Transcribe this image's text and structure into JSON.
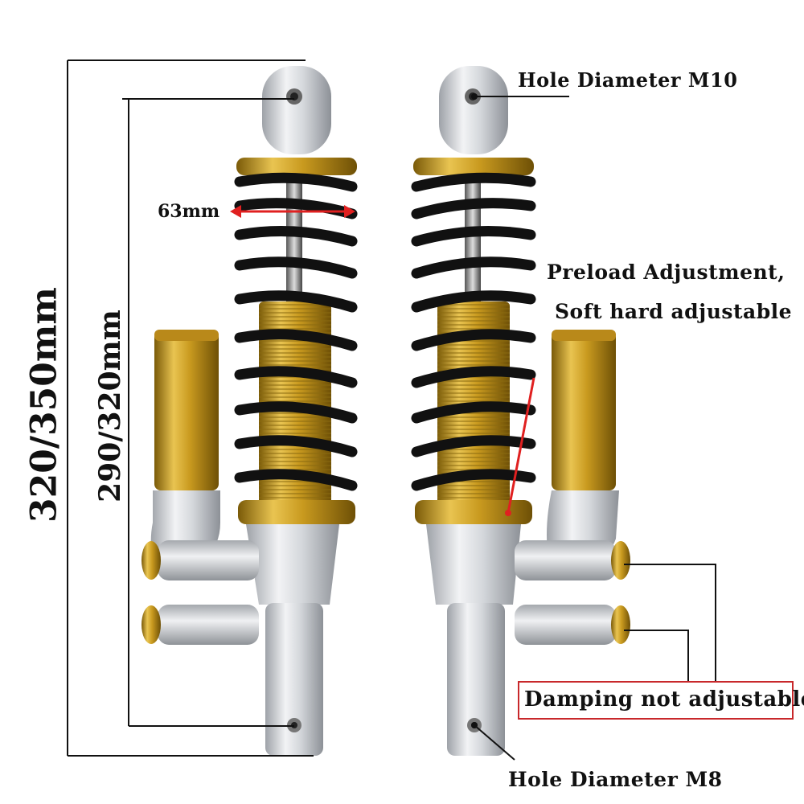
{
  "labels": {
    "spring_width": "63mm",
    "hole_top": "Hole Diameter M10",
    "preload_line1": "Preload Adjustment,",
    "preload_line2": "Soft hard adjustable",
    "damping": "Damping not adjustable",
    "hole_bottom": "Hole Diameter M8",
    "length_outer": "320/350mm",
    "length_inner": "290/320mm"
  },
  "colors": {
    "gold": "#c99a1f",
    "silver": "#c9ccd0",
    "spring": "#111111",
    "arrow_red": "#e02020",
    "box_red": "#c8282b"
  },
  "icons": [
    "dimension-arrow",
    "leader-line"
  ]
}
